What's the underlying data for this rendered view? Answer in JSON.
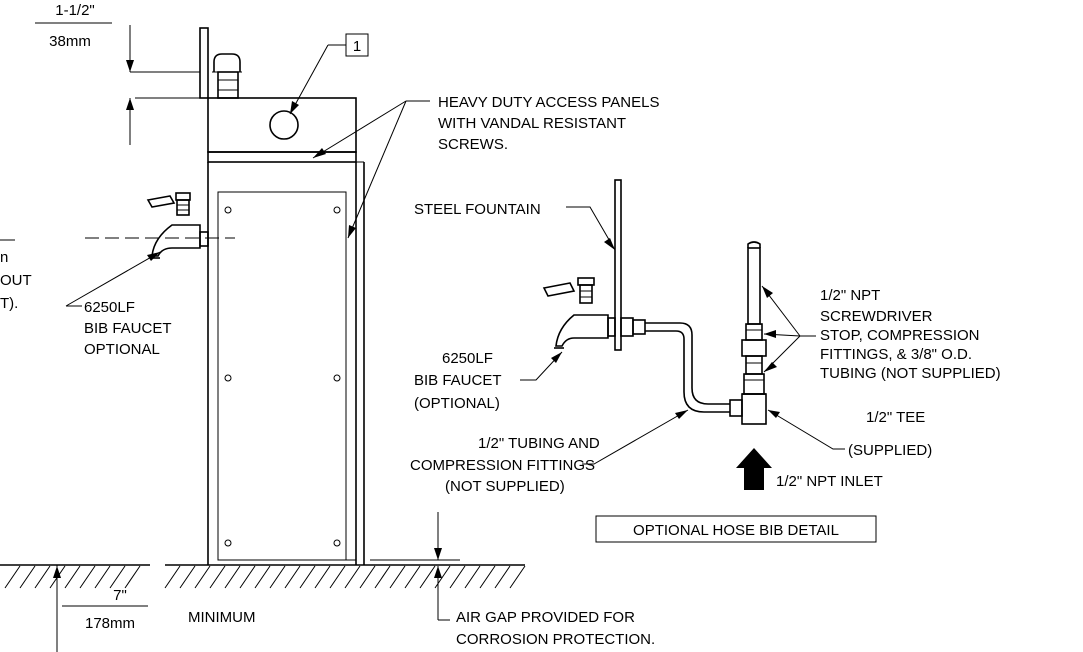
{
  "callout_number": "1",
  "dims": {
    "top_imperial": "1-1/2\"",
    "top_metric": "38mm",
    "bottom_imperial": "7\"",
    "bottom_metric": "178mm",
    "bottom_note": "MINIMUM"
  },
  "left_labels": {
    "cut_1": "n",
    "cut_2": "OUT",
    "cut_3": "T).",
    "faucet_1": "6250LF",
    "faucet_2": "BIB FAUCET",
    "faucet_3": "OPTIONAL"
  },
  "panels_note": [
    "HEAVY DUTY ACCESS PANELS",
    "WITH VANDAL RESISTANT",
    "SCREWS."
  ],
  "air_gap_note": [
    "AIR GAP PROVIDED FOR",
    "CORROSION PROTECTION."
  ],
  "detail": {
    "steel_fountain": "STEEL FOUNTAIN",
    "faucet": [
      "6250LF",
      "BIB FAUCET",
      "(OPTIONAL)"
    ],
    "stop": [
      "1/2\" NPT",
      "SCREWDRIVER",
      "STOP, COMPRESSION",
      "FITTINGS, & 3/8\" O.D.",
      "TUBING (NOT SUPPLIED)"
    ],
    "tee": [
      "1/2\" TEE",
      "(SUPPLIED)"
    ],
    "tubing": [
      "1/2\" TUBING AND",
      "COMPRESSION FITTINGS",
      "(NOT SUPPLIED)"
    ],
    "inlet": "1/2\" NPT INLET",
    "title": "OPTIONAL HOSE BIB DETAIL"
  }
}
